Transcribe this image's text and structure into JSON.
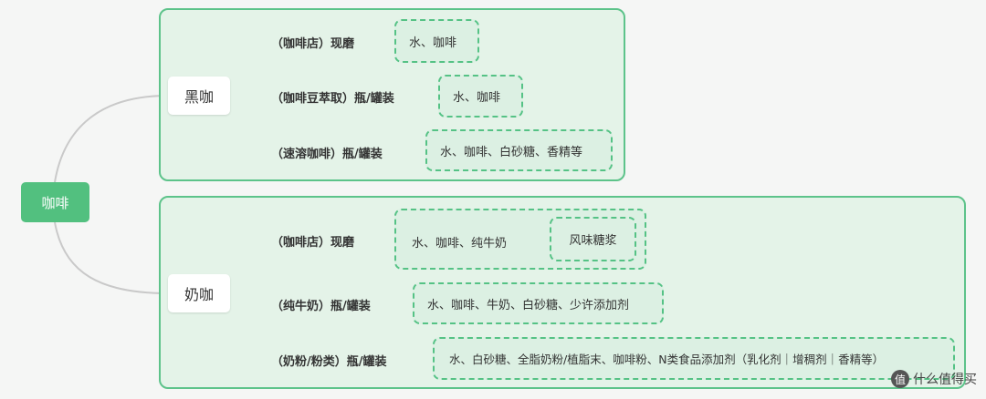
{
  "root": "咖啡",
  "groups": [
    {
      "category": "黑咖",
      "items": [
        {
          "label": "（咖啡店）现磨",
          "ingredients": "水、咖啡"
        },
        {
          "label": "（咖啡豆萃取）瓶/罐装",
          "ingredients": "水、咖啡"
        },
        {
          "label": "（速溶咖啡）瓶/罐装",
          "ingredients": "水、咖啡、白砂糖、香精等"
        }
      ]
    },
    {
      "category": "奶咖",
      "items": [
        {
          "label": "（咖啡店）现磨",
          "ingredients": "水、咖啡、纯牛奶",
          "extra": "风味糖浆"
        },
        {
          "label": "（纯牛奶）瓶/罐装",
          "ingredients": "水、咖啡、牛奶、白砂糖、少许添加剂"
        },
        {
          "label": "（奶粉/粉类）瓶/罐装",
          "ingredients": "水、白砂糖、全脂奶粉/植脂末、咖啡粉、N类食品添加剂（乳化剂｜增稠剂｜香精等）"
        }
      ]
    }
  ],
  "watermark": {
    "badge": "值",
    "text": "什么值得买"
  }
}
